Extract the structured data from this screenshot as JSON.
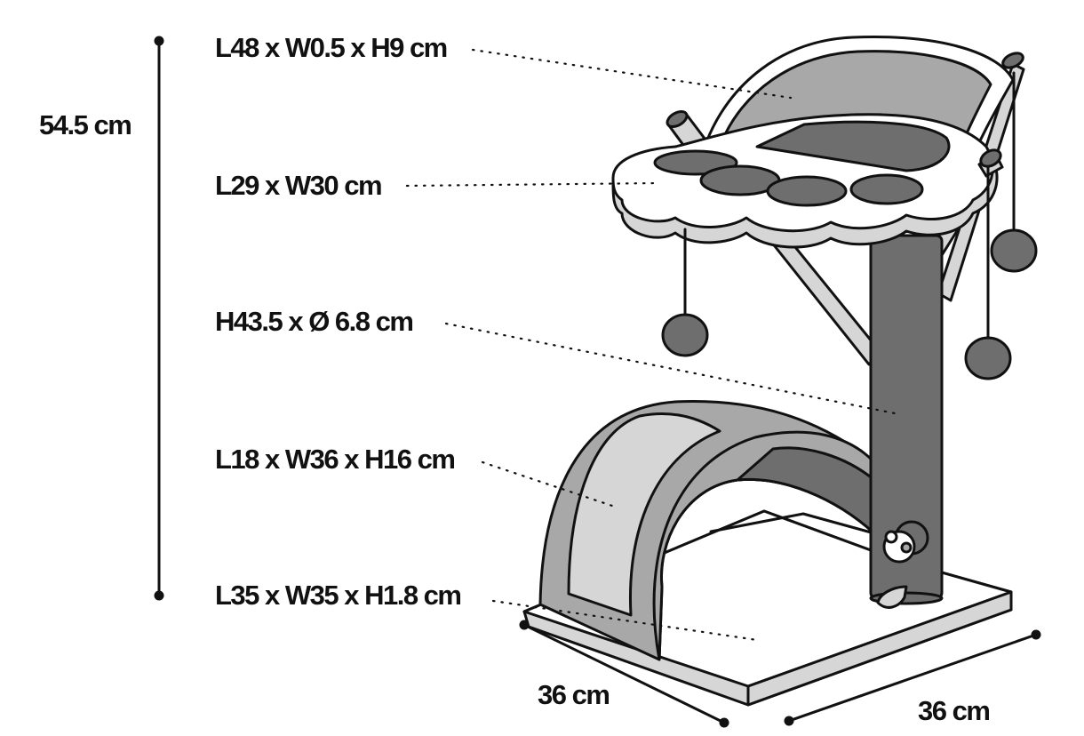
{
  "dimensions": {
    "total_height": "54.5 cm",
    "backrest": "L48 x W0.5 x H9 cm",
    "platform": "L29 x W30 cm",
    "post": "H43.5 x Ø 6.8 cm",
    "arch": "L18 x W36 x H16 cm",
    "base": "L35 x W35 x H1.8 cm",
    "base_depth": "36 cm",
    "base_width": "36 cm"
  },
  "colors": {
    "dark_grey": "#6e6e6e",
    "mid_grey": "#a8a8a8",
    "light_grey": "#d6d6d6",
    "outline": "#111111",
    "background": "#ffffff"
  },
  "illustration": {
    "subject": "cat-scratching-post",
    "parts": [
      "paw-platform",
      "backrest",
      "sisal-post",
      "arch",
      "base",
      "hanging-toy-balls",
      "mouse-toy"
    ]
  }
}
